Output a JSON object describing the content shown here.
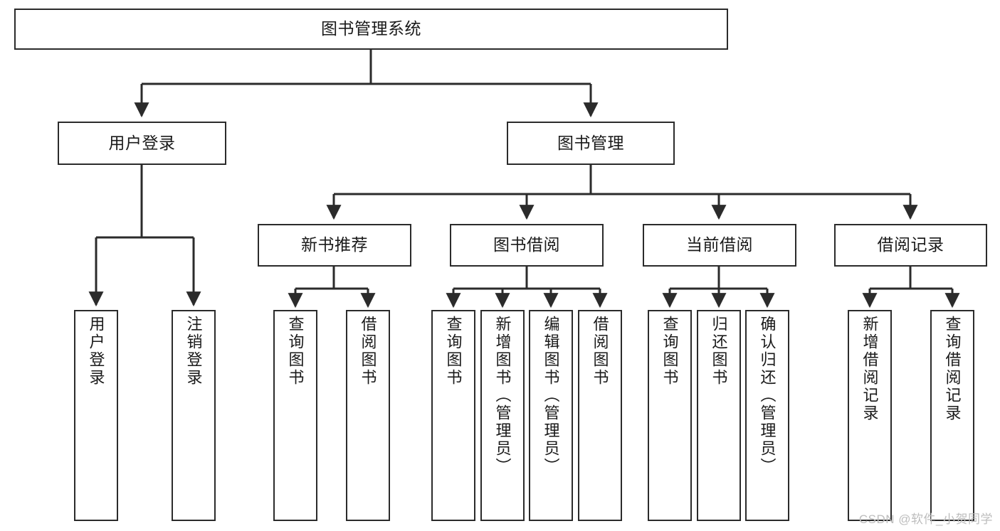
{
  "diagram": {
    "type": "tree-flowchart",
    "title": "图书管理系统",
    "watermark": "CSDN @软件_小贺同学",
    "colors": {
      "box_border": "#2b2b2b",
      "box_fill": "#ffffff",
      "connector": "#2b2b2b",
      "text": "#1a1a1a",
      "watermark": "#bdbdbd"
    },
    "nodes": [
      {
        "id": "root",
        "label": "图书管理系统",
        "level": 0,
        "orientation": "horizontal"
      },
      {
        "id": "login",
        "label": "用户登录",
        "level": 1,
        "orientation": "horizontal"
      },
      {
        "id": "bookmgmt",
        "label": "图书管理",
        "level": 1,
        "orientation": "horizontal"
      },
      {
        "id": "newbooks",
        "label": "新书推荐",
        "level": 2,
        "orientation": "horizontal"
      },
      {
        "id": "borrow",
        "label": "图书借阅",
        "level": 2,
        "orientation": "horizontal"
      },
      {
        "id": "current",
        "label": "当前借阅",
        "level": 2,
        "orientation": "horizontal"
      },
      {
        "id": "records",
        "label": "借阅记录",
        "level": 2,
        "orientation": "horizontal"
      },
      {
        "id": "leaf-user-login",
        "label": "用户登录",
        "level": 3,
        "orientation": "vertical"
      },
      {
        "id": "leaf-user-logout",
        "label": "注销登录",
        "level": 3,
        "orientation": "vertical"
      },
      {
        "id": "leaf-nb-query",
        "label": "查询图书",
        "level": 3,
        "orientation": "vertical"
      },
      {
        "id": "leaf-nb-borrow",
        "label": "借阅图书",
        "level": 3,
        "orientation": "vertical"
      },
      {
        "id": "leaf-bo-query",
        "label": "查询图书",
        "level": 3,
        "orientation": "vertical"
      },
      {
        "id": "leaf-bo-add",
        "label": "新增图书（管理员）",
        "level": 3,
        "orientation": "vertical"
      },
      {
        "id": "leaf-bo-edit",
        "label": "编辑图书（管理员）",
        "level": 3,
        "orientation": "vertical"
      },
      {
        "id": "leaf-bo-borrow",
        "label": "借阅图书",
        "level": 3,
        "orientation": "vertical"
      },
      {
        "id": "leaf-cu-query",
        "label": "查询图书",
        "level": 3,
        "orientation": "vertical"
      },
      {
        "id": "leaf-cu-return",
        "label": "归还图书",
        "level": 3,
        "orientation": "vertical"
      },
      {
        "id": "leaf-cu-confirm",
        "label": "确认归还（管理员）",
        "level": 3,
        "orientation": "vertical"
      },
      {
        "id": "leaf-rc-add",
        "label": "新增借阅记录",
        "level": 3,
        "orientation": "vertical"
      },
      {
        "id": "leaf-rc-query",
        "label": "查询借阅记录",
        "level": 3,
        "orientation": "vertical"
      }
    ],
    "edges": [
      {
        "from": "root",
        "to": "login"
      },
      {
        "from": "root",
        "to": "bookmgmt"
      },
      {
        "from": "login",
        "to": "leaf-user-login"
      },
      {
        "from": "login",
        "to": "leaf-user-logout"
      },
      {
        "from": "bookmgmt",
        "to": "newbooks"
      },
      {
        "from": "bookmgmt",
        "to": "borrow"
      },
      {
        "from": "bookmgmt",
        "to": "current"
      },
      {
        "from": "bookmgmt",
        "to": "records"
      },
      {
        "from": "newbooks",
        "to": "leaf-nb-query"
      },
      {
        "from": "newbooks",
        "to": "leaf-nb-borrow"
      },
      {
        "from": "borrow",
        "to": "leaf-bo-query"
      },
      {
        "from": "borrow",
        "to": "leaf-bo-add"
      },
      {
        "from": "borrow",
        "to": "leaf-bo-edit"
      },
      {
        "from": "borrow",
        "to": "leaf-bo-borrow"
      },
      {
        "from": "current",
        "to": "leaf-cu-query"
      },
      {
        "from": "current",
        "to": "leaf-cu-return"
      },
      {
        "from": "current",
        "to": "leaf-cu-confirm"
      },
      {
        "from": "records",
        "to": "leaf-rc-add"
      },
      {
        "from": "records",
        "to": "leaf-rc-query"
      }
    ]
  }
}
